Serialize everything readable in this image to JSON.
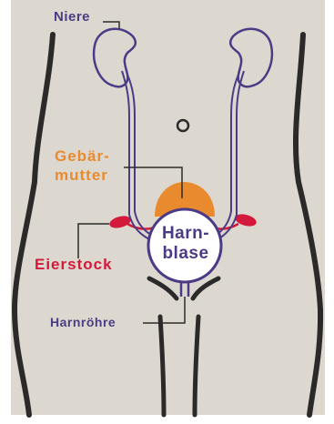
{
  "labels": {
    "kidney": "Niere",
    "uterus_line1": "Gebär-",
    "uterus_line2": "mutter",
    "ovary": "Eierstock",
    "bladder_line1": "Harn-",
    "bladder_line2": "blase",
    "urethra": "Harnröhre"
  },
  "colors": {
    "background": "#ddd8cf",
    "outline": "#2a2a2a",
    "urinary_tract": "#4b3b86",
    "uterus": "#ea8a2e",
    "ovary": "#d31a3a",
    "bladder_fill": "#ffffff"
  }
}
